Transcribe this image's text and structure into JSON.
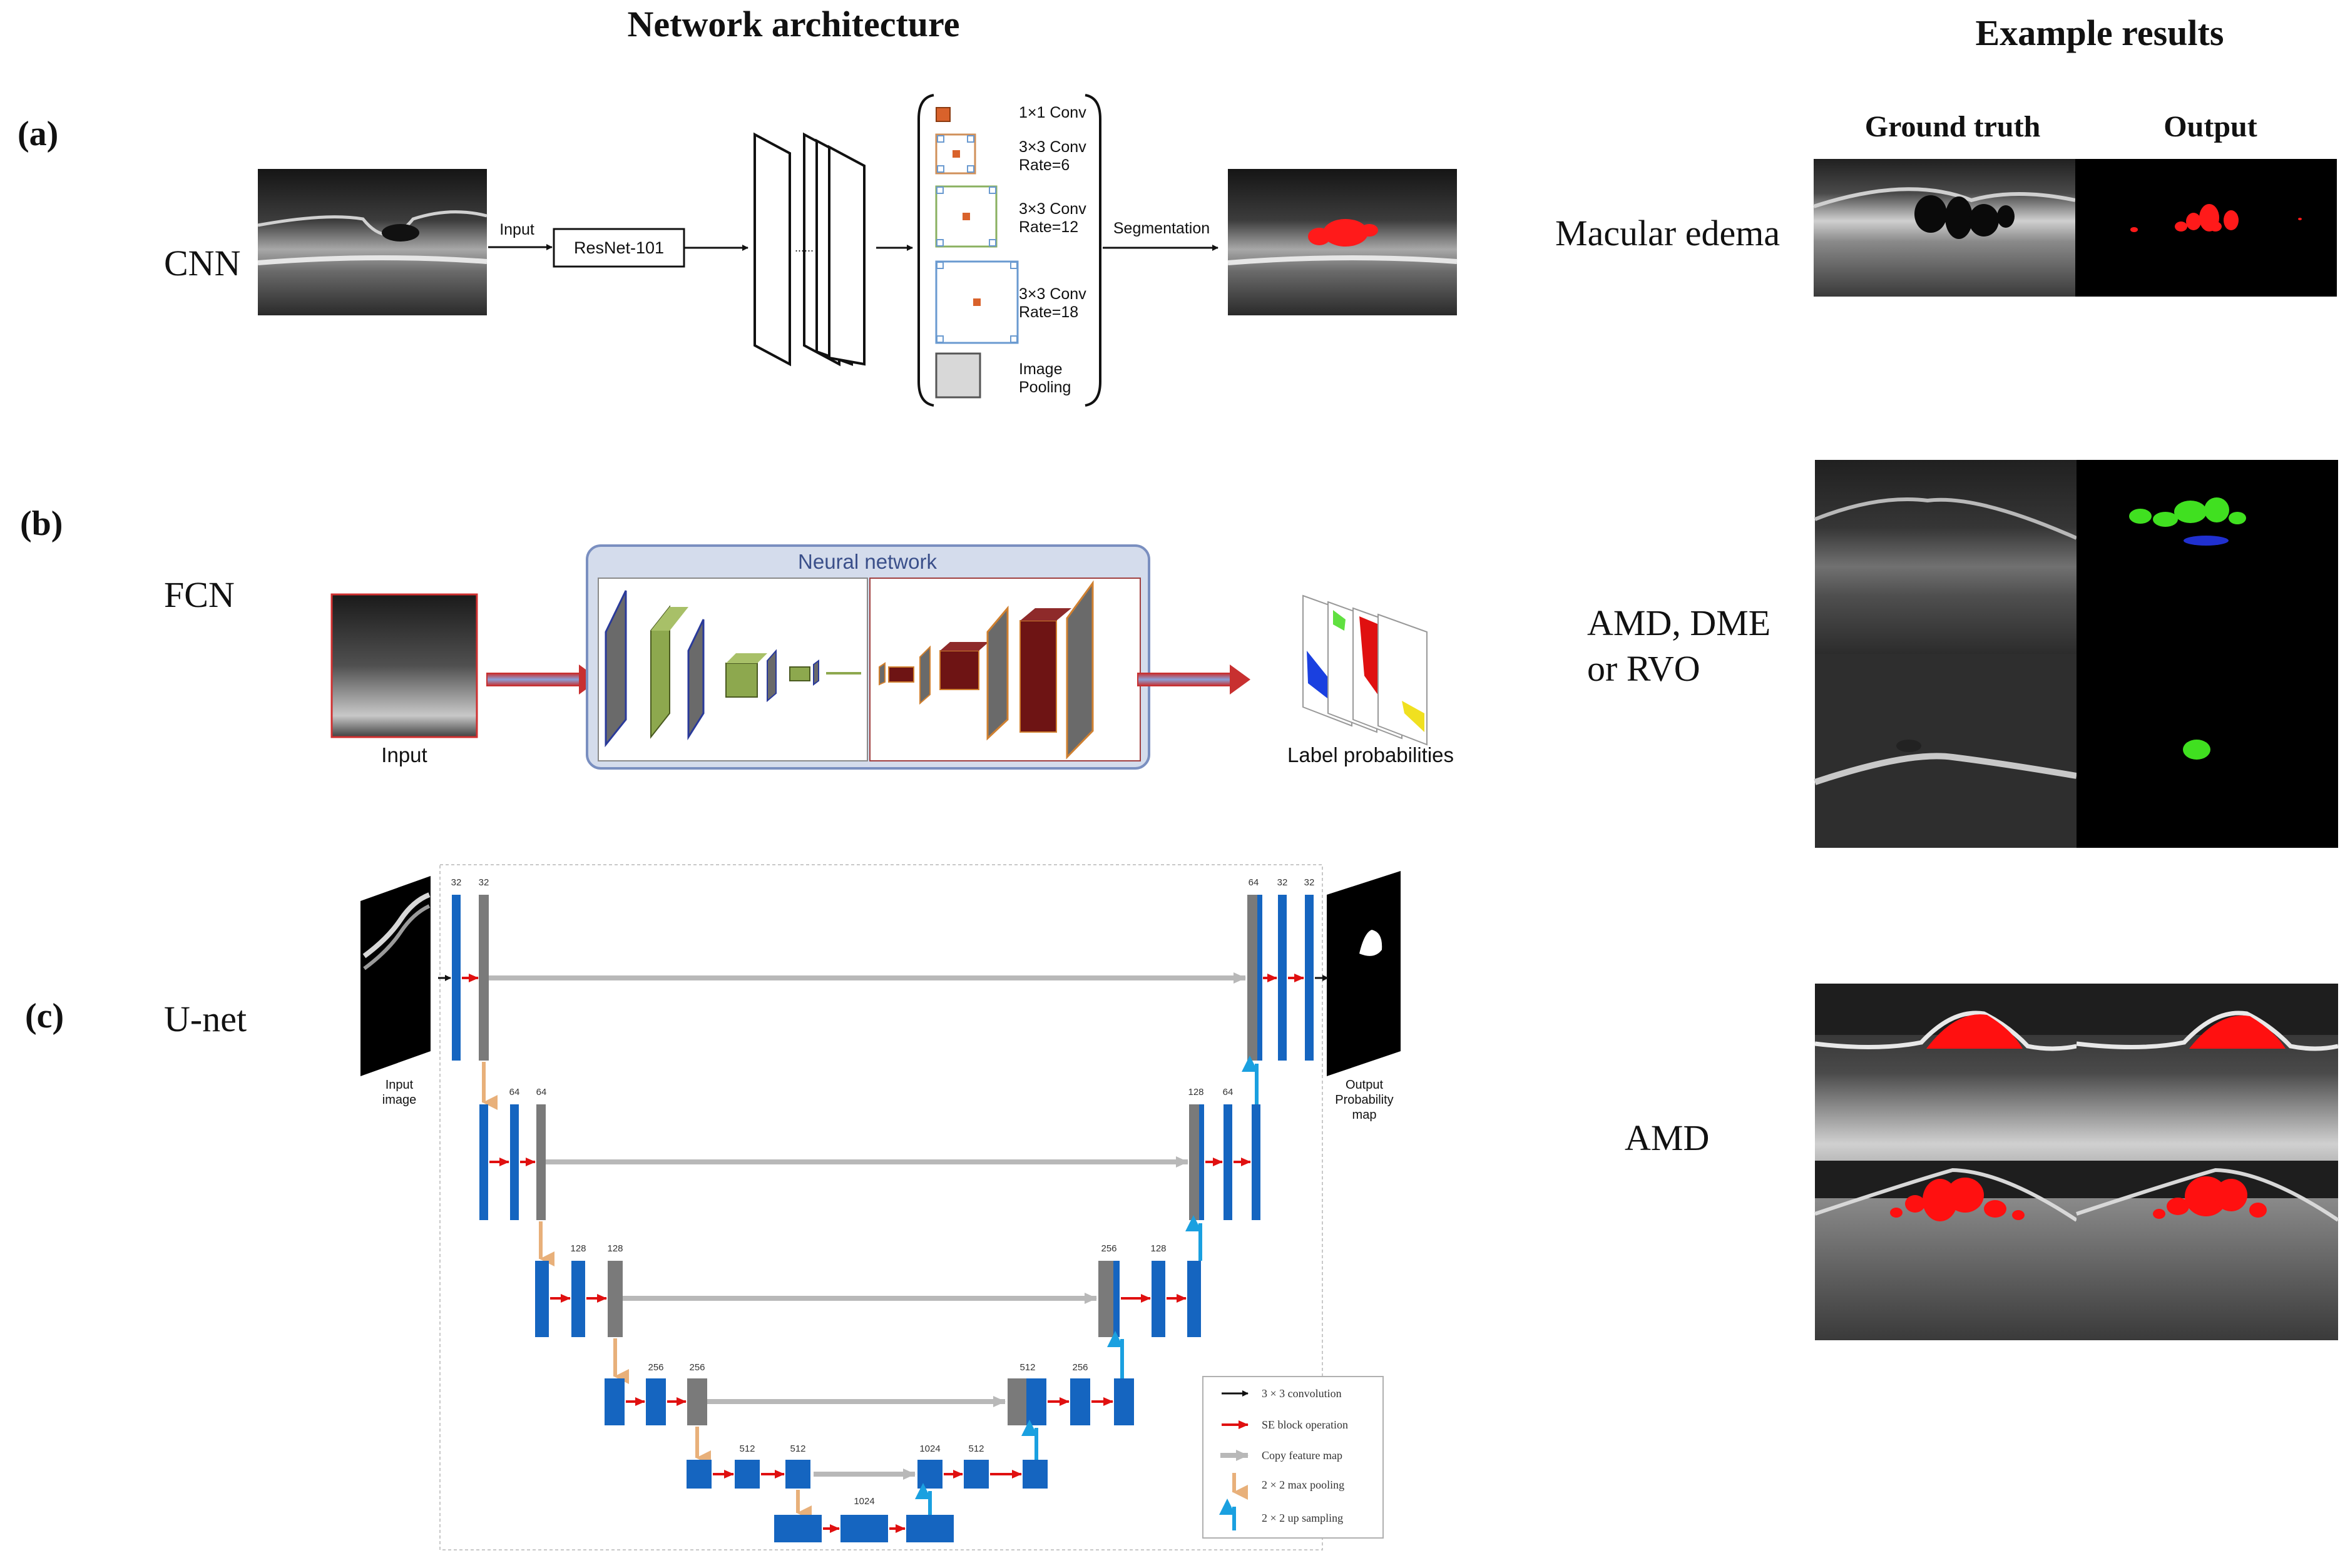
{
  "headings": {
    "network_architecture": "Network architecture",
    "example_results": "Example results",
    "ground_truth": "Ground truth",
    "output": "Output"
  },
  "panel_a": {
    "letter": "(a)",
    "model": "CNN",
    "input_label": "Input",
    "backbone": "ResNet-101",
    "dots": "......",
    "aspp": {
      "conv1": "1×1 Conv",
      "conv2_l1": "3×3 Conv",
      "conv2_l2": "Rate=6",
      "conv3_l1": "3×3 Conv",
      "conv3_l2": "Rate=12",
      "conv4_l1": "3×3 Conv",
      "conv4_l2": "Rate=18",
      "pool_l1": "Image",
      "pool_l2": "Pooling"
    },
    "segmentation_label": "Segmentation",
    "result_label": "Macular edema"
  },
  "panel_b": {
    "letter": "(b)",
    "model": "FCN",
    "input_caption": "Input",
    "box_title": "Neural network",
    "output_caption": "Label probabilities",
    "result_label_l1": "AMD, DME",
    "result_label_l2": "or RVO"
  },
  "panel_c": {
    "letter": "(c)",
    "model": "U-net",
    "input_caption_l1": "Input",
    "input_caption_l2": "image",
    "output_caption_l1": "Output",
    "output_caption_l2": "Probability",
    "output_caption_l3": "map",
    "channel_labels": {
      "l1_in_a": "32",
      "l1_in_b": "32",
      "l1_out_a": "64",
      "l1_out_b": "32",
      "l1_out_c": "32",
      "l2_in_a": "64",
      "l2_in_b": "64",
      "l2_out_a": "128",
      "l2_out_b": "64",
      "l3_in_a": "128",
      "l3_in_b": "128",
      "l3_out_a": "256",
      "l3_out_b": "128",
      "l4_in_a": "256",
      "l4_in_b": "256",
      "l4_out_a": "512",
      "l4_out_b": "256",
      "l5_in_a": "512",
      "l5_in_b": "512",
      "l5_out_a": "1024",
      "l5_out_b": "512",
      "bottom": "1024"
    },
    "legend": {
      "conv": "3 × 3 convolution",
      "se": "SE block operation",
      "copy": "Copy feature map",
      "pool": "2 × 2 max pooling",
      "up": "2 × 2 up sampling"
    },
    "result_label": "AMD"
  },
  "colors": {
    "unet_blue": "#1565c0",
    "unet_gray": "#7a7a7a",
    "arrow_red": "#e01010",
    "pool_orange": "#e8b07a",
    "up_cyan": "#1aa0e0",
    "copy_gray": "#b8b8b8",
    "fcn_green": "#8da84e",
    "fcn_maroon": "#6e1414",
    "fcn_box": "#7a8fc0"
  }
}
